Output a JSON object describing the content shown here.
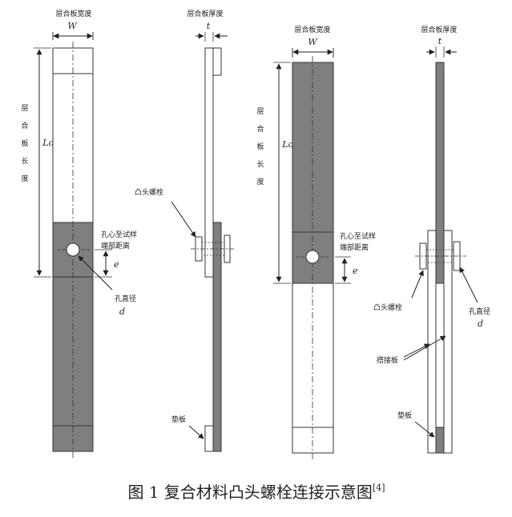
{
  "colors": {
    "fill": "#7f7f7f",
    "stroke": "#333333",
    "background": "#ffffff"
  },
  "left_figure": {
    "width_label": "层合板宽度",
    "width_symbol": "W",
    "thickness_label": "层合板厚度",
    "thickness_symbol": "t",
    "length_label_chars": [
      "层",
      "合",
      "板",
      "长",
      "度"
    ],
    "length_symbol": "Lc",
    "edge_distance_label_line1": "孔心至试样",
    "edge_distance_label_line2": "端部距离",
    "edge_distance_symbol": "e",
    "hole_label": "孔直径",
    "hole_symbol": "d",
    "bolt_label": "凸头螺栓",
    "shim_label": "垫板"
  },
  "right_figure": {
    "width_label": "层合板宽度",
    "width_symbol": "W",
    "thickness_label": "层合板厚度",
    "thickness_symbol": "t",
    "length_label_chars": [
      "层",
      "合",
      "板",
      "长",
      "度"
    ],
    "length_symbol": "Lc",
    "edge_distance_label_line1": "孔心至试样",
    "edge_distance_label_line2": "端部距离",
    "edge_distance_symbol": "e",
    "bolt_label": "凸头螺栓",
    "hole_label": "孔直径",
    "hole_symbol": "d",
    "splice_label": "搭接板",
    "shim_label": "垫板"
  },
  "caption": {
    "text": "图 1 复合材料凸头螺栓连接示意图",
    "ref": "[4]"
  }
}
